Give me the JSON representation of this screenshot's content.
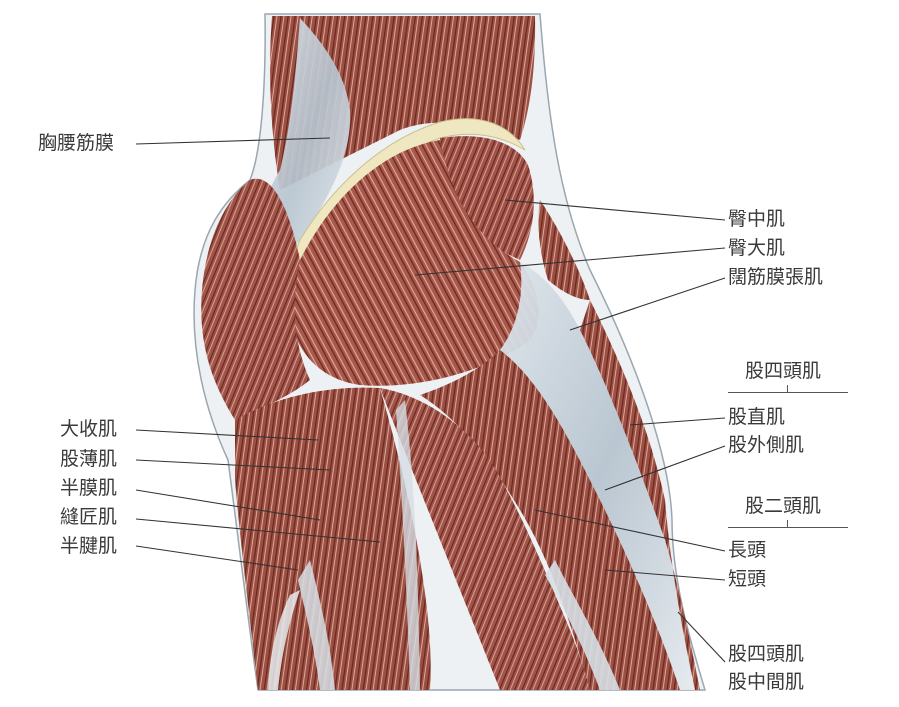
{
  "labels_left": {
    "thoracolumbar_fascia": "胸腰筋膜",
    "adductor_magnus": "大收肌",
    "gracilis": "股薄肌",
    "semimembranosus": "半膜肌",
    "sartorius": "縫匠肌",
    "semitendinosus": "半腱肌"
  },
  "labels_right": {
    "gluteus_medius": "臀中肌",
    "gluteus_maximus": "臀大肌",
    "tensor_fasciae_latae": "闊筋膜張肌",
    "rectus_femoris": "股直肌",
    "vastus_lateralis": "股外側肌",
    "long_head": "長頭",
    "short_head": "短頭",
    "quadriceps": "股四頭肌",
    "vastus_intermedius": "股中間肌"
  },
  "groups": {
    "quadriceps_header": "股四頭肌",
    "biceps_femoris_header": "股二頭肌"
  },
  "colors": {
    "muscle_dark": "#7a2f26",
    "muscle_mid": "#a4574b",
    "muscle_light": "#c98f80",
    "fascia": "#c9d3db",
    "tendon_cream": "#efe7c0",
    "leader_line": "#333333"
  }
}
